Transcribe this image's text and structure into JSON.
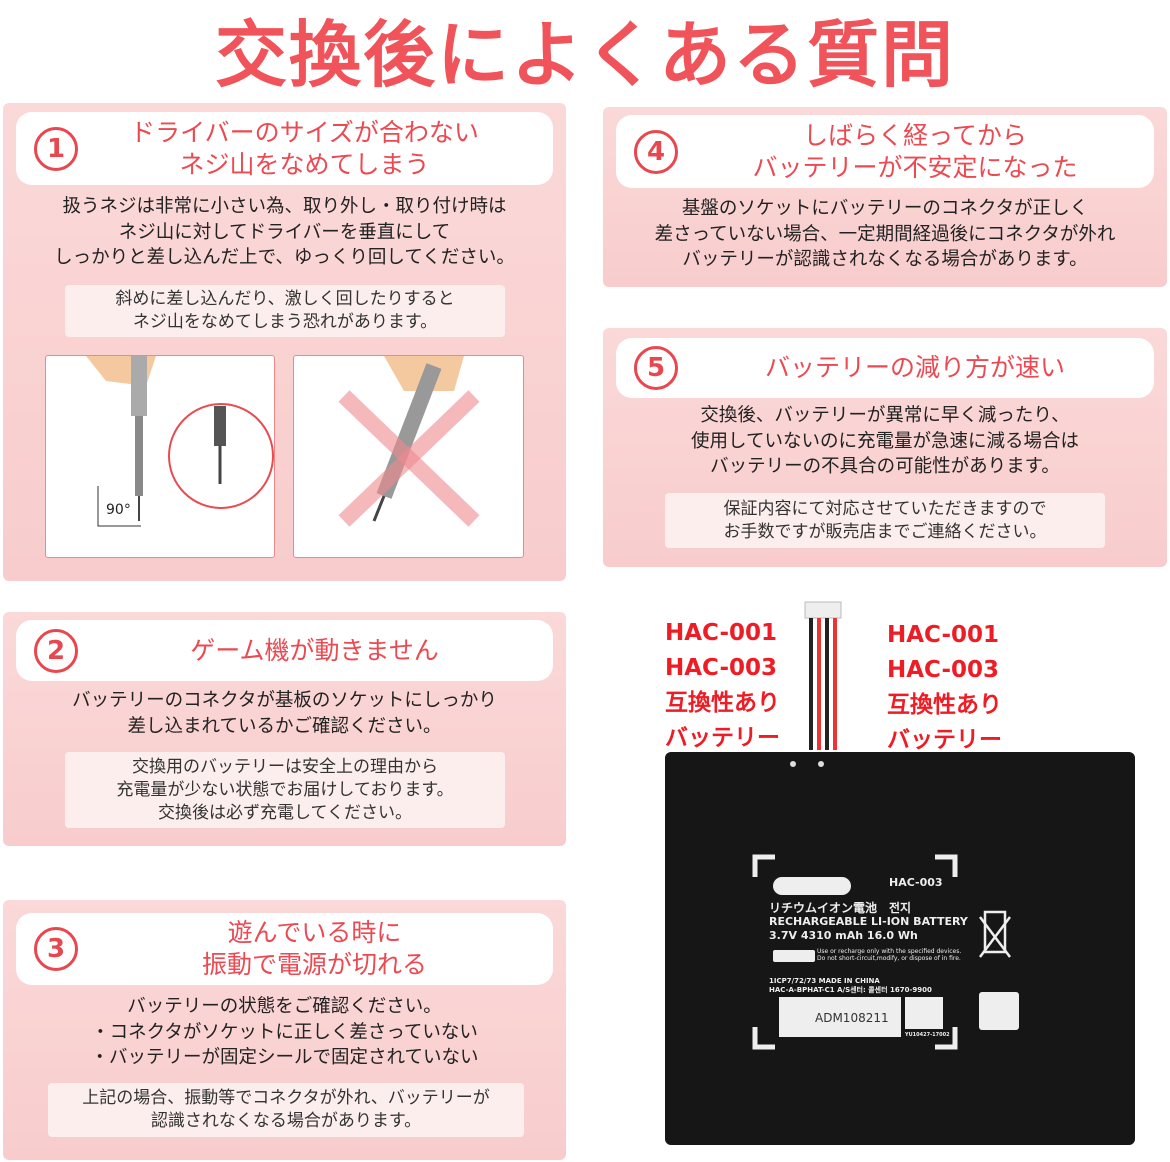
{
  "title": "交換後によくある質問",
  "faq": [
    {
      "num": "1",
      "heading": "ドライバーのサイズが合わない\nネジ山をなめてしまう",
      "body": "扱うネジは非常に小さい為、取り外し・取り付け時は\nネジ山に対してドライバーを垂直にして\nしっかりと差し込んだ上で、ゆっくり回してください。",
      "note": "斜めに差し込んだり、激しく回したりすると\nネジ山をなめてしまう恐れがあります。",
      "angle_label": "90°"
    },
    {
      "num": "2",
      "heading": "ゲーム機が動きません",
      "body": "バッテリーのコネクタが基板のソケットにしっかり\n差し込まれているかご確認ください。",
      "note": "交換用のバッテリーは安全上の理由から\n充電量が少ない状態でお届けしております。\n交換後は必ず充電してください。"
    },
    {
      "num": "3",
      "heading": "遊んでいる時に\n振動で電源が切れる",
      "body": "バッテリーの状態をご確認ください。\n・コネクタがソケットに正しく差さっていない\n・バッテリーが固定シールで固定されていない",
      "note": "上記の場合、振動等でコネクタが外れ、バッテリーが\n認識されなくなる場合があります。"
    },
    {
      "num": "4",
      "heading": "しばらく経ってから\nバッテリーが不安定になった",
      "body": "基盤のソケットにバッテリーのコネクタが正しく\n差さっていない場合、一定期間経過後にコネクタが外れ\nバッテリーが認識されなくなる場合があります。"
    },
    {
      "num": "5",
      "heading": "バッテリーの減り方が速い",
      "body": "交換後、バッテリーが異常に早く減ったり、\n使用していないのに充電量が急速に減る場合は\nバッテリーの不具合の可能性があります。",
      "note": "保証内容にて対応させていただきますので\nお手数ですが販売店までご連絡ください。"
    }
  ],
  "compat_label": "HAC-001\nHAC-003\n互換性あり\nバッテリー",
  "battery": {
    "model": "HAC-003",
    "line1": "リチウムイオン電池　전지",
    "line2": "RECHARGEABLE LI-ION BATTERY",
    "spec": "3.7V  4310 mAh  16.0 Wh",
    "warn": "Use or recharge only with the specified devices.\nDo not short-circuit,modify, or dispose of in fire.",
    "made": "1ICP7/72/73   MADE IN CHINA",
    "part": "HAC-A-BPHAT-C1   A/S센터: 콜센터 1670-9900",
    "serial": "ADM108211",
    "kc_code": "YU10427-17002"
  },
  "colors": {
    "accent": "#f0545a",
    "panel": "#f9d3d3",
    "label": "#ee1c25"
  }
}
